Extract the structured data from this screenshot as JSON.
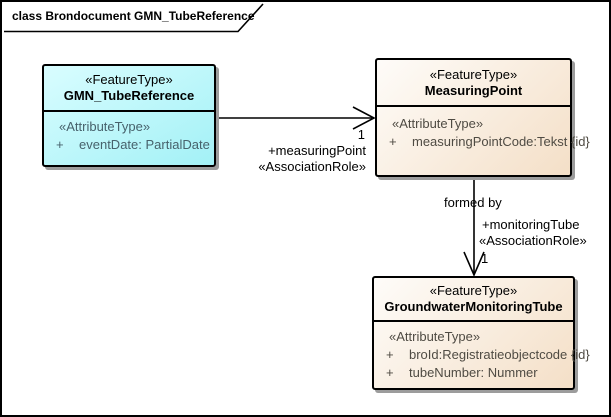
{
  "frame": {
    "label": "class Brondocument GMN_TubeReference"
  },
  "classes": [
    {
      "stereotype": "«FeatureType»",
      "name": "GMN_TubeReference",
      "section_stereotype": "«AttributeType»",
      "attributes": [
        {
          "visibility": "+",
          "text": "eventDate: PartialDate"
        }
      ]
    },
    {
      "stereotype": "«FeatureType»",
      "name": "MeasuringPoint",
      "section_stereotype": "«AttributeType»",
      "attributes": [
        {
          "visibility": "+",
          "text": "measuringPointCode:Tekst {id}"
        }
      ]
    },
    {
      "stereotype": "«FeatureType»",
      "name": "GroundwaterMonitoringTube",
      "section_stereotype": "«AttributeType»",
      "attributes": [
        {
          "visibility": "+",
          "text": "broId:Registratieobjectcode {id}"
        },
        {
          "visibility": "+",
          "text": "tubeNumber: Nummer"
        }
      ]
    }
  ],
  "associations": [
    {
      "multiplicity": "1",
      "role": "+measuringPoint",
      "stereotype": "«AssociationRole»"
    },
    {
      "name": "formed by",
      "role": "+monitoringTube",
      "stereotype": "«AssociationRole»",
      "multiplicity": "1"
    }
  ],
  "colors": {
    "frame-border": "#000000",
    "box-border": "#000000",
    "cyan-top": "#D9FDFF",
    "cyan-bottom": "#A3F1F6",
    "tan-top": "#FEFCF9",
    "tan-bottom": "#F4DFC7",
    "shadow": "#9C9C9C",
    "attr-text-cyan": "#47626C",
    "attr-text-tan": "#4F4B43",
    "text": "#000000"
  }
}
